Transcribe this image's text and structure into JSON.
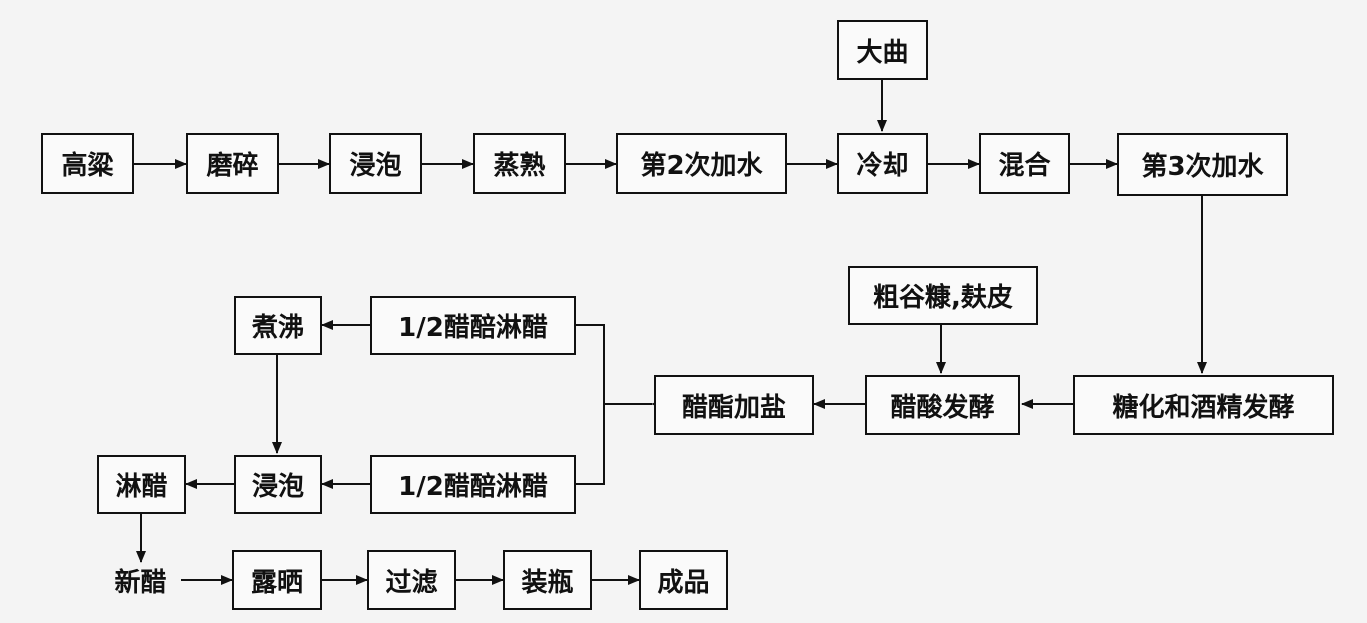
{
  "nodes": {
    "sorghum": "高粱",
    "grinding": "磨碎",
    "soaking_1": "浸泡",
    "steaming": "蒸熟",
    "water_2": "第2次加水",
    "cooling": "冷却",
    "daqu": "大曲",
    "mixing": "混合",
    "water_3": "第3次加水",
    "sacch_alcohol_ferment": "糖化和酒精发酵",
    "husk_bran": "粗谷糠,麸皮",
    "acetic_ferment": "醋酸发酵",
    "salting": "醋酯加盐",
    "half_top": "1/2醋醅淋醋",
    "half_bottom": "1/2醋醅淋醋",
    "boiling": "煮沸",
    "soaking_2": "浸泡",
    "leaching": "淋醋",
    "new_vinegar": "新醋",
    "sunning": "露晒",
    "filtering": "过滤",
    "bottling": "装瓶",
    "product": "成品"
  },
  "colors": {
    "line": "#111111",
    "box_fill": "#fafafa",
    "background": "#f4f4f4"
  }
}
